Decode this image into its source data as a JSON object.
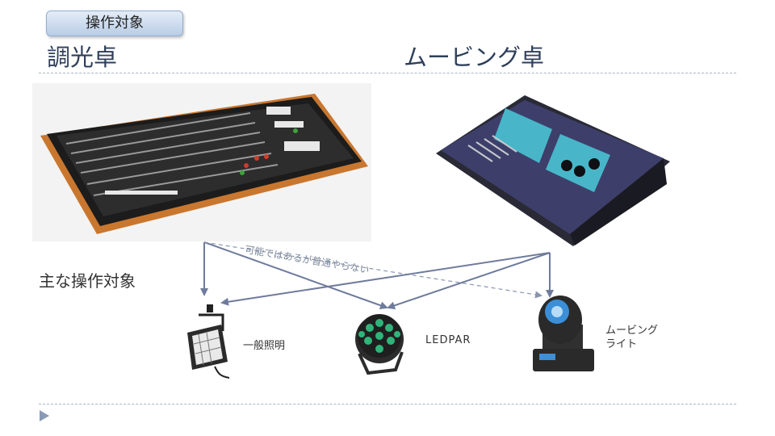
{
  "badge": "操作対象",
  "heading_left": "調光卓",
  "heading_right": "ムービング卓",
  "main_target_label": "主な操作対象",
  "note": "可能ではあるが普通やらない",
  "fixtures": {
    "general": "一般照明",
    "ledpar": "LEDPAR",
    "moving_line1": "ムービング",
    "moving_line2": "ライト"
  },
  "colors": {
    "arrow": "#6f7b9c",
    "heading": "#2f3f5a",
    "divider": "#a9b5c4"
  }
}
